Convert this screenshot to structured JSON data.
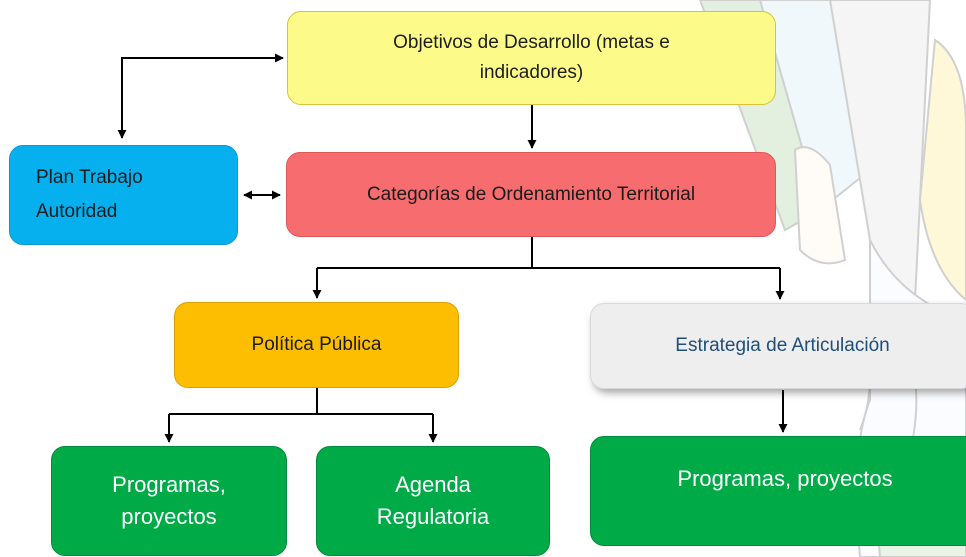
{
  "nodes": {
    "objetivos": "Objetivos de Desarrollo (metas e\nindicadores)",
    "plan_trabajo": "Plan Trabajo\nAutoridad",
    "categorias": "Categorías de Ordenamiento Territorial",
    "politica_publica": "Política Pública",
    "estrategia": "Estrategia de Articulación",
    "programas_1": "Programas,\nproyectos",
    "agenda": "Agenda\nRegulatoria",
    "programas_2": "Programas, proyectos"
  },
  "edges": [
    {
      "from": "objetivos",
      "to": "plan_trabajo",
      "style": "bidirectional"
    },
    {
      "from": "objetivos",
      "to": "categorias",
      "style": "arrow"
    },
    {
      "from": "plan_trabajo",
      "to": "categorias",
      "style": "bidirectional"
    },
    {
      "from": "categorias",
      "to": "politica_publica",
      "style": "arrow"
    },
    {
      "from": "categorias",
      "to": "estrategia",
      "style": "arrow"
    },
    {
      "from": "politica_publica",
      "to": "programas_1",
      "style": "arrow"
    },
    {
      "from": "politica_publica",
      "to": "agenda",
      "style": "arrow"
    },
    {
      "from": "estrategia",
      "to": "programas_2",
      "style": "arrow"
    }
  ],
  "colors": {
    "objetivos": "#fcfb8a",
    "plan_trabajo": "#06b0ef",
    "categorias": "#f76c6f",
    "politica_publica": "#fdbd01",
    "estrategia": "#eeeeee",
    "programas": "#00aa47",
    "connector": "#000000"
  },
  "background_illustration": "faded cartoon figure holding a flag and machete"
}
